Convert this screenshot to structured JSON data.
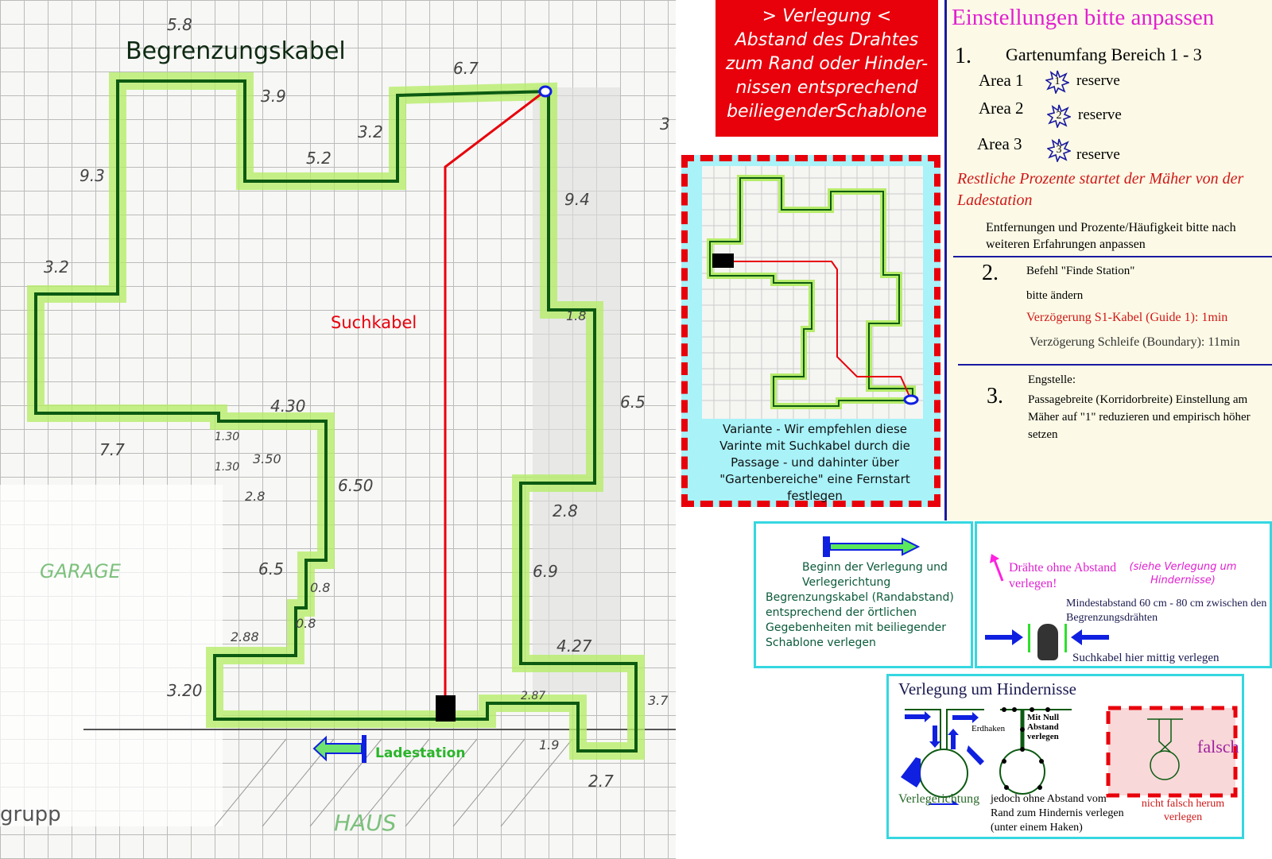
{
  "map": {
    "title": "Begrenzungskabel",
    "guide_label": "Suchkabel",
    "station_label": "Ladestation",
    "garage_label": "GARAGE",
    "house_label": "HAUS",
    "corner_text": "grupp",
    "measurements": [
      "5.8",
      "6.7",
      "3.9",
      "3.2",
      "5.2",
      "9.3",
      "9.4",
      "3.2",
      "4.30",
      "7.7",
      "1.30",
      "1.30",
      "3.50",
      "2.8",
      "6.50",
      "6.5",
      "0.8",
      "0.8",
      "2.88",
      "3.20",
      "2.8",
      "6.9",
      "4.27",
      "6.5",
      "1.8",
      "3.7",
      "2.87",
      "1.9",
      "2.7",
      "3"
    ]
  },
  "laying": {
    "lines": [
      "> Verlegung <",
      "Abstand des Drahtes",
      "zum Rand oder Hinder-",
      "nissen entsprechend",
      "beiliegenderSchablone"
    ]
  },
  "settings": {
    "title": "Einstellungen bitte anpassen",
    "s1": {
      "num": "1.",
      "heading": "Gartenumfang Bereich 1 - 3",
      "areas": [
        {
          "label": "Area 1",
          "badge": "1",
          "value": "reserve"
        },
        {
          "label": "Area 2",
          "badge": "2",
          "value": "reserve"
        },
        {
          "label": "Area 3",
          "badge": "3",
          "value": "reserve"
        }
      ],
      "note_red": "Restliche Prozente  startet der Mäher von der Ladestation",
      "note": "Entfernungen und Prozente/Häufigkeit bitte nach weiteren Erfahrungen anpassen"
    },
    "s2": {
      "num": "2.",
      "l1": "Befehl \"Finde Station\"",
      "l2": "bitte ändern",
      "l3": "Verzögerung S1-Kabel (Guide 1): 1min",
      "l4": "Verzögerung Schleife (Boundary): 11min"
    },
    "s3": {
      "num": "3.",
      "l1": "Engstelle:",
      "l2": "Passagebreite (Korridorbreite) Einstellung am Mäher auf \"1\" reduzieren und empirisch höher setzen"
    }
  },
  "variant": {
    "caption": "Variante - Wir empfehlen diese Varinte mit Suchkabel durch die Passage - und dahinter über \"Gartenbereiche\" eine Fernstart festlegen"
  },
  "legend_start": {
    "text": "Beginn der Verlegung und Verlegerichtung",
    "text2": "Begrenzungskabel (Randabstand) entsprechend der örtlichen Gegebenheiten mit beiliegender Schablone verlegen"
  },
  "legend_gap": {
    "wires": "Drähte ohne Abstand verlegen!",
    "see": "(siehe Verlegung um Hindernisse)",
    "min": "Mindestabstand 60 cm - 80 cm zwischen den Begrenzungsdrähten",
    "guide": "Suchkabel hier mittig verlegen"
  },
  "obstacles": {
    "title": "Verlegung um Hindernisse",
    "direction": "Verlegerichtung",
    "hooks": "Erdhaken",
    "zero": "Mit Null Abstand verlegen",
    "note": "jedoch ohne Abstand vom Rand zum Hindernis verlegen (unter einem Haken)",
    "wrong": "falsch",
    "wrong_note": "nicht falsch herum verlegen"
  },
  "colors": {
    "boundary": "#0c5a12",
    "highlight": "#b6ec6a",
    "guide": "#e8000b",
    "accent": "#35d7e0"
  }
}
